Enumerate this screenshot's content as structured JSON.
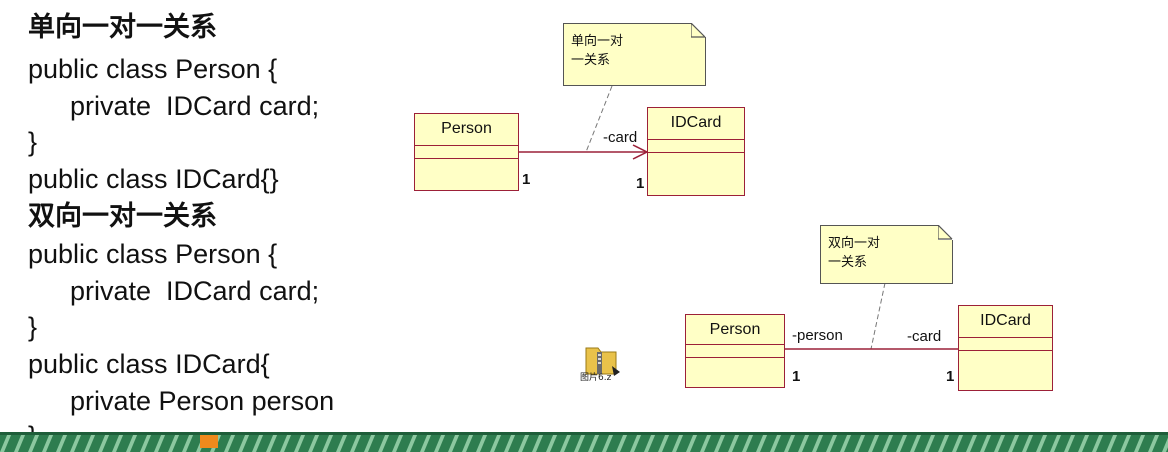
{
  "code": {
    "heading1": "单向一对一关系",
    "l1": "public class Person {",
    "l2": "private  IDCard card;",
    "l3": "}",
    "l4": "public class IDCard{}",
    "heading2": "双向一对一关系",
    "l5": "public class Person {",
    "l6": "private  IDCard card;",
    "l7": "}",
    "l8": "public class IDCard{",
    "l9": "private Person person",
    "l10": "}"
  },
  "diagram1": {
    "note_line1": "单向一对",
    "note_line2": "一关系",
    "class_a": "Person",
    "class_b": "IDCard",
    "role_b": "-card",
    "mult_a": "1",
    "mult_b": "1"
  },
  "diagram2": {
    "note_line1": "双向一对",
    "note_line2": "一关系",
    "class_a": "Person",
    "class_b": "IDCard",
    "role_a": "-person",
    "role_b": "-card",
    "mult_a": "1",
    "mult_b": "1"
  },
  "file": {
    "label": "图片6.z",
    "icon": "folder-zip-icon"
  },
  "colors": {
    "class_fill": "#ffffc6",
    "class_border": "#9c2038",
    "association_line": "#9c2038",
    "footer_green": "#2e7d4f",
    "footer_orange": "#f08a1c"
  }
}
